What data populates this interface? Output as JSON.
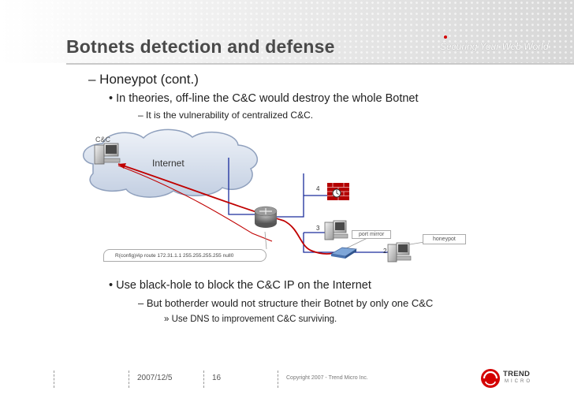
{
  "slide": {
    "title": "Botnets detection and defense",
    "brand_tagline": "Securing Your Web World"
  },
  "bullets": {
    "l1": "– Honeypot (cont.)",
    "l2": "• In theories, off-line the C&C would destroy the whole Botnet",
    "l3": "– It is the vulnerability of centralized C&C.",
    "l4": "• Use black-hole to block the C&C IP on the Internet",
    "l5": "– But botherder would not structure their Botnet by only one C&C",
    "l6": "» Use DNS to improvement C&C surviving."
  },
  "diagram": {
    "cc_label": "C&C",
    "internet_label": "Internet",
    "node_4": "4",
    "node_3": "3",
    "node_2": "2",
    "port_mirror_label": "port mirror",
    "honeypot_label": "honeypot",
    "router_command": "R(config)#ip route 172.31.1.1 255.255.255.255 null0"
  },
  "footer": {
    "date": "2007/12/5",
    "page": "16",
    "copyright": "Copyright 2007 - Trend Micro Inc.",
    "logo_text": "TREND",
    "logo_sub": "MICRO"
  },
  "colors": {
    "title": "#4a4a4a",
    "attack_path": "#c00000",
    "network_line": "#1a2c9c",
    "brand_red": "#d40000"
  }
}
